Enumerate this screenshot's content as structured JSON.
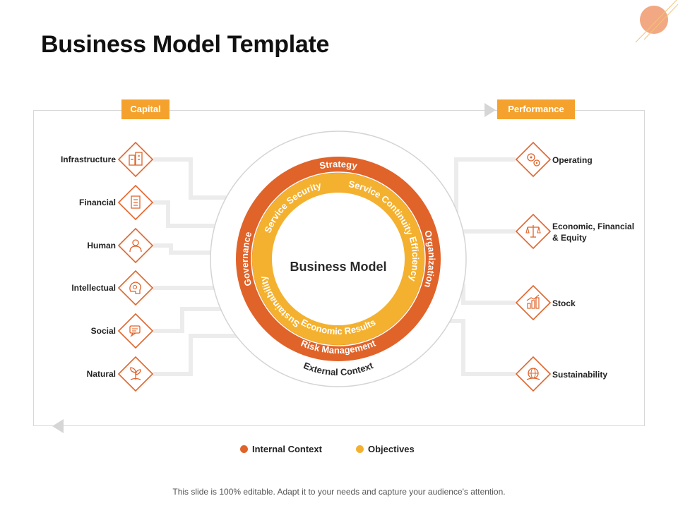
{
  "slide": {
    "title": "Business Model Template",
    "footer": "This slide is 100% editable. Adapt it to your needs and capture your audience's attention."
  },
  "tags": {
    "capital": "Capital",
    "performance": "Performance"
  },
  "capital_items": [
    {
      "label": "Infrastructure",
      "icon": "building-icon"
    },
    {
      "label": "Financial",
      "icon": "document-icon"
    },
    {
      "label": "Human",
      "icon": "person-icon"
    },
    {
      "label": "Intellectual",
      "icon": "brain-icon"
    },
    {
      "label": "Social",
      "icon": "chat-icon"
    },
    {
      "label": "Natural",
      "icon": "plant-icon"
    }
  ],
  "performance_items": [
    {
      "label": "Operating",
      "icon": "gears-icon"
    },
    {
      "label": "Economic, Financial",
      "label2": "& Equity",
      "icon": "scales-icon"
    },
    {
      "label": "Stock",
      "icon": "stock-chart-icon"
    },
    {
      "label": "Sustainability",
      "icon": "globe-icon"
    }
  ],
  "rings": {
    "center": "Business Model",
    "outer": {
      "top": "Strategy",
      "left": "Governance",
      "right": "Organization",
      "bottom": "Risk Management"
    },
    "inner": {
      "top_left": "Service Security",
      "top_right": "Service Continuity",
      "left": "Sustainability",
      "right": "Efficiency",
      "bottom": "Economic Results"
    },
    "external": "External Context"
  },
  "legend": [
    {
      "label": "Internal Context",
      "color": "#e0632a"
    },
    {
      "label": "Objectives",
      "color": "#f4b12f"
    }
  ],
  "colors": {
    "outer_ring": "#e0632a",
    "inner_ring": "#f4b12f",
    "accent": "#f4a22d",
    "icon_stroke": "#e0632a",
    "connector": "#ececec"
  }
}
